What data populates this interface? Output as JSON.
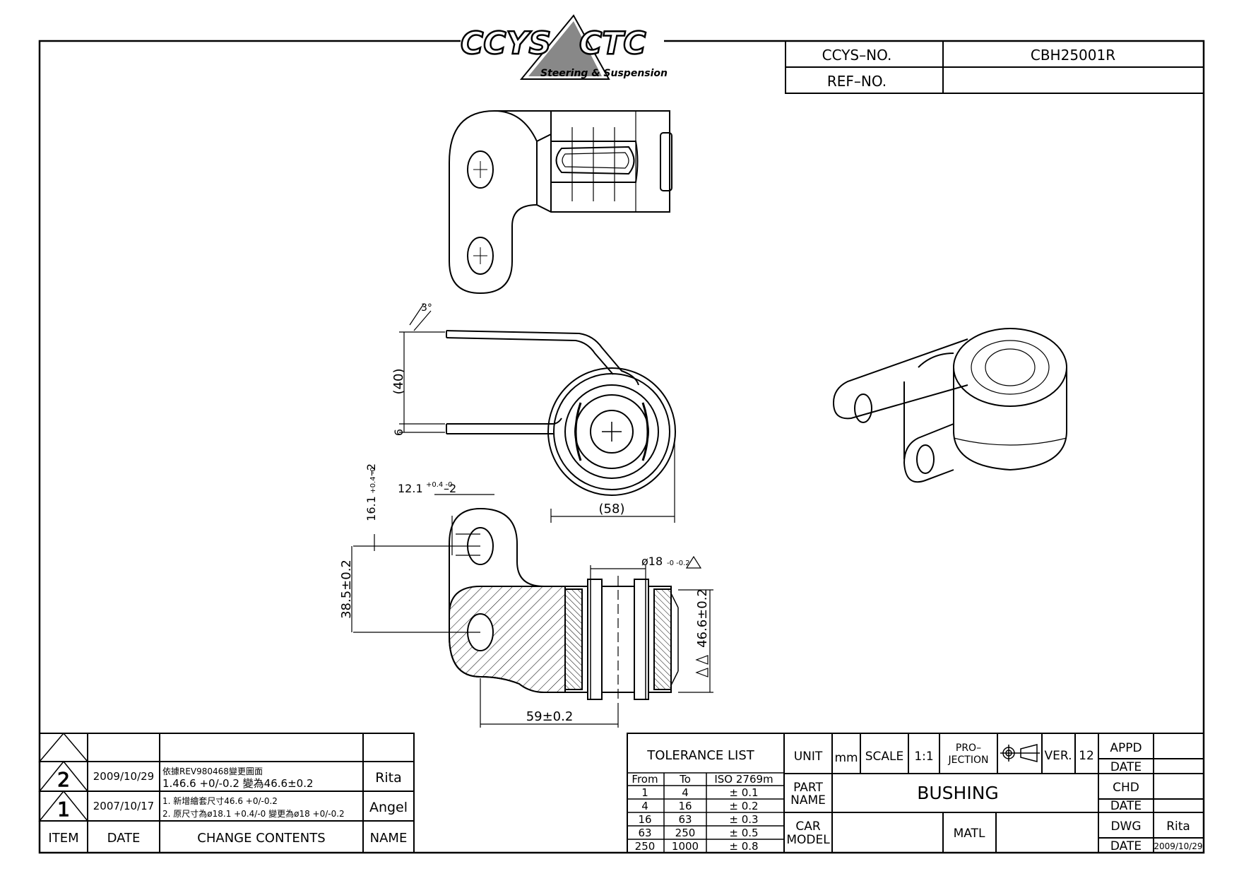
{
  "logo": {
    "left_mark": "CCYS",
    "right_mark": "CTC",
    "tagline": "Steering & Suspension"
  },
  "header_table": {
    "ccys_label": "CCYS–NO.",
    "ccys_value": "CBH25001R",
    "ref_label": "REF–NO.",
    "ref_value": ""
  },
  "dimensions": {
    "angle": "3°",
    "height_40": "(40)",
    "thickness_6": "6",
    "slot_16": "16.1",
    "slot_16_tol": "+0.4\n-0",
    "slot_16_suffix": "–2",
    "slot_12": "12.1",
    "slot_12_tol": "+0.4\n-0",
    "slot_12_suffix": "–2",
    "width_58": "(58)",
    "bore": "ø18",
    "bore_tol": "-0\n-0.2",
    "height_38": "38.5±0.2",
    "od_46": "46.6±0.2",
    "length_59": "59±0.2"
  },
  "revision_table": {
    "rows": [
      {
        "item": "2",
        "date": "2009/10/29",
        "content_line1": "依據REV980468變更圖面",
        "content_line2": "1.46.6 +0/-0.2 變為46.6±0.2",
        "name": "Rita"
      },
      {
        "item": "1",
        "date": "2007/10/17",
        "content_line1": "1. 新增繪套尺寸46.6 +0/-0.2",
        "content_line2": "2. 原尺寸為ø18.1 +0.4/-0  變更為ø18 +0/-0.2",
        "name": "Angel"
      }
    ],
    "headers": {
      "item": "ITEM",
      "date": "DATE",
      "change": "CHANGE  CONTENTS",
      "name": "NAME"
    }
  },
  "title_block": {
    "tolerance_title": "TOLERANCE  LIST",
    "tol_headers": [
      "From",
      "To",
      "ISO 2769m"
    ],
    "tol_rows": [
      [
        "1",
        "4",
        "±  0.1"
      ],
      [
        "4",
        "16",
        "±  0.2"
      ],
      [
        "16",
        "63",
        "±  0.3"
      ],
      [
        "63",
        "250",
        "±  0.5"
      ],
      [
        "250",
        "1000",
        "±  0.8"
      ]
    ],
    "unit_label": "UNIT",
    "unit_value": "mm",
    "scale_label": "SCALE",
    "scale_value": "1:1",
    "projection_label_1": "PRO–",
    "projection_label_2": "JECTION",
    "ver_label": "VER.",
    "ver_value": "12",
    "part_name_label_1": "PART",
    "part_name_label_2": "NAME",
    "part_name_value": "BUSHING",
    "car_model_label_1": "CAR",
    "car_model_label_2": "MODEL",
    "car_model_value": "",
    "matl_label": "MATL",
    "matl_value": "",
    "appd_label": "APPD",
    "appd_value": "",
    "date_label": "DATE",
    "chd_label": "CHD",
    "chd_value": "",
    "dwg_label": "DWG",
    "dwg_value": "Rita",
    "dwg_date": "2009/10/29"
  }
}
